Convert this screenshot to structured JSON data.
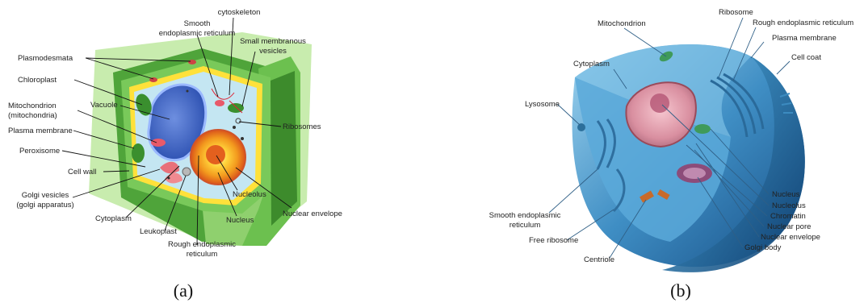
{
  "panel_a": {
    "caption": "(a)",
    "labels": {
      "smooth_er": [
        "Smooth",
        "endoplasmic reticulum"
      ],
      "cytoskeleton": "cytoskeleton",
      "small_vesicles": [
        "Small membranous",
        "vesicles"
      ],
      "plasmodesmata": "Plasmodesmata",
      "chloroplast": "Chloroplast",
      "vacuole": "Vacuole",
      "mitochondrion": [
        "Mitochondrion",
        "(mitochondria)"
      ],
      "plasma_membrane": "Plasma membrane",
      "peroxisome": "Peroxisome",
      "cell_wall": "Cell wall",
      "golgi_vesicles": [
        "Golgi vesicles",
        "(golgi apparatus)"
      ],
      "cytoplasm": "Cytoplasm",
      "leukoplast": "Leukoplast",
      "rough_er": [
        "Rough endoplasmic",
        "reticulum"
      ],
      "nucleus": "Nucleus",
      "nucleolus": "Nucleolus",
      "nuclear_envelope": "Nuclear envelope",
      "ribosomes": "Ribosomes"
    }
  },
  "panel_b": {
    "caption": "(b)",
    "labels": {
      "mitochondrion": "Mitochondrion",
      "ribosome": "Ribosome",
      "rough_er": "Rough endoplasmic reticulum",
      "plasma_membrane": "Plasma membrane",
      "cell_coat": "Cell coat",
      "cytoplasm": "Cytoplasm",
      "lysosome": "Lysosome",
      "smooth_er": [
        "Smooth endoplasmic",
        "reticulum"
      ],
      "free_ribosome": "Free ribosome",
      "centriole": "Centriole",
      "nucleus": "Nucleus",
      "nucleolus": "Nucleolus",
      "chromatin": "Chromatin",
      "nuclear_pore": "Nuclear pore",
      "nuclear_envelope": "Nuclear envelope",
      "golgi_body": "Golgi body"
    }
  }
}
